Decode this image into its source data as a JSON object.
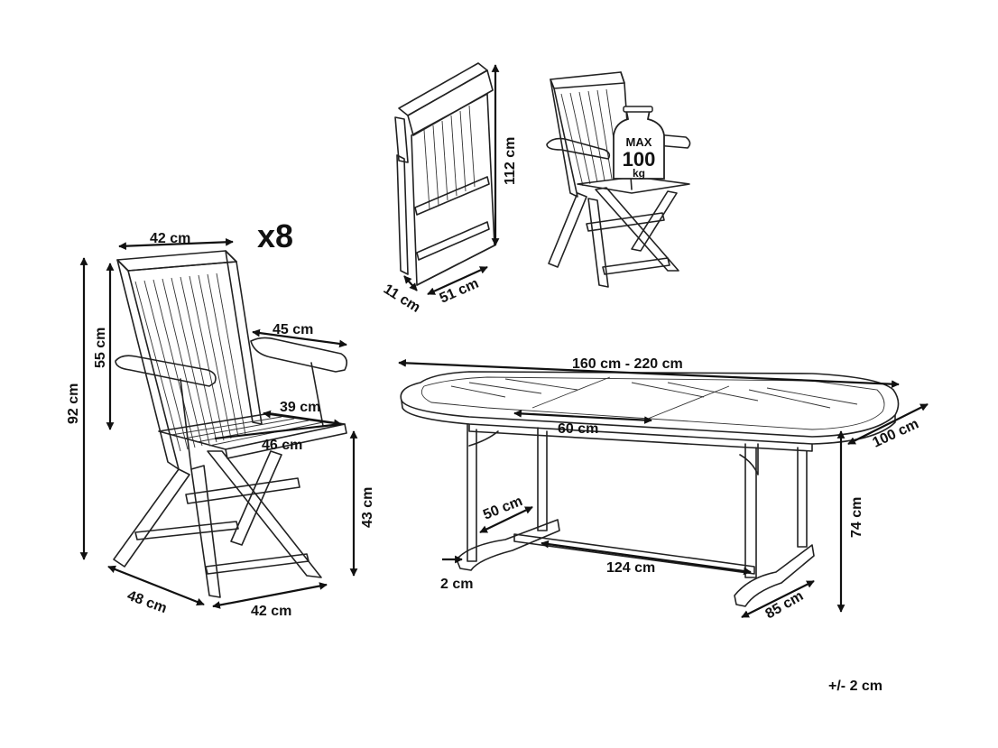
{
  "quantity": "x8",
  "tolerance": "+/- 2 cm",
  "badge": {
    "line1": "MAX",
    "line2": "100",
    "line3": "kg"
  },
  "chair_dims": {
    "back_width": "42 cm",
    "total_height": "92 cm",
    "back_height": "55 cm",
    "arm_length": "45 cm",
    "seat_depth": "39 cm",
    "seat_width": "46 cm",
    "seat_height": "43 cm",
    "base_depth": "48 cm",
    "base_width": "42 cm"
  },
  "folded_dims": {
    "height": "112 cm",
    "thickness": "11 cm",
    "width": "51 cm"
  },
  "table_dims": {
    "length": "160 cm - 220 cm",
    "extension": "60 cm",
    "width": "100 cm",
    "height": "74 cm",
    "leg_inset": "50 cm",
    "foot_thickness": "2 cm",
    "leg_span": "124 cm",
    "foot_depth": "85 cm"
  }
}
